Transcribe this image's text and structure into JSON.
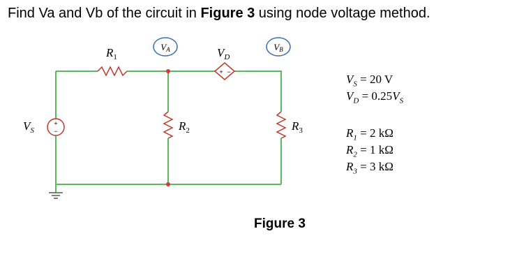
{
  "question": {
    "before": "Find Va and Vb of the circuit in ",
    "figure_ref": "Figure 3",
    "after": " using node voltage method."
  },
  "circuit": {
    "wire_color": "#5cb85c",
    "node_color": "#d9363e",
    "bubble_color": "#3a6fb0",
    "node_a_label": {
      "main": "V",
      "sub": "A"
    },
    "node_b_label": {
      "main": "V",
      "sub": "B"
    },
    "r1_label": {
      "main": "R",
      "sub": "1"
    },
    "r2_label": {
      "main": "R",
      "sub": "2"
    },
    "r3_label": {
      "main": "R",
      "sub": "3"
    },
    "vd_label": {
      "main": "V",
      "sub": "D"
    },
    "vs_label": {
      "main": "V",
      "sub": "S"
    },
    "source_plus": "+",
    "source_minus": "−",
    "dep_plus": "+",
    "dep_minus": "−"
  },
  "given": {
    "vs": {
      "sym": "V",
      "sub": "S",
      "rest": " = 20 V"
    },
    "vd": {
      "sym": "V",
      "sub": "D",
      "rest": " = 0.25",
      "rest_sym": "V",
      "rest_sub": "S"
    },
    "r1": {
      "sym": "R",
      "sub": "1",
      "rest": " = 2 kΩ"
    },
    "r2": {
      "sym": "R",
      "sub": "2",
      "rest": " = 1 kΩ"
    },
    "r3": {
      "sym": "R",
      "sub": "3",
      "rest": " = 3 kΩ"
    }
  },
  "caption": "Figure 3"
}
